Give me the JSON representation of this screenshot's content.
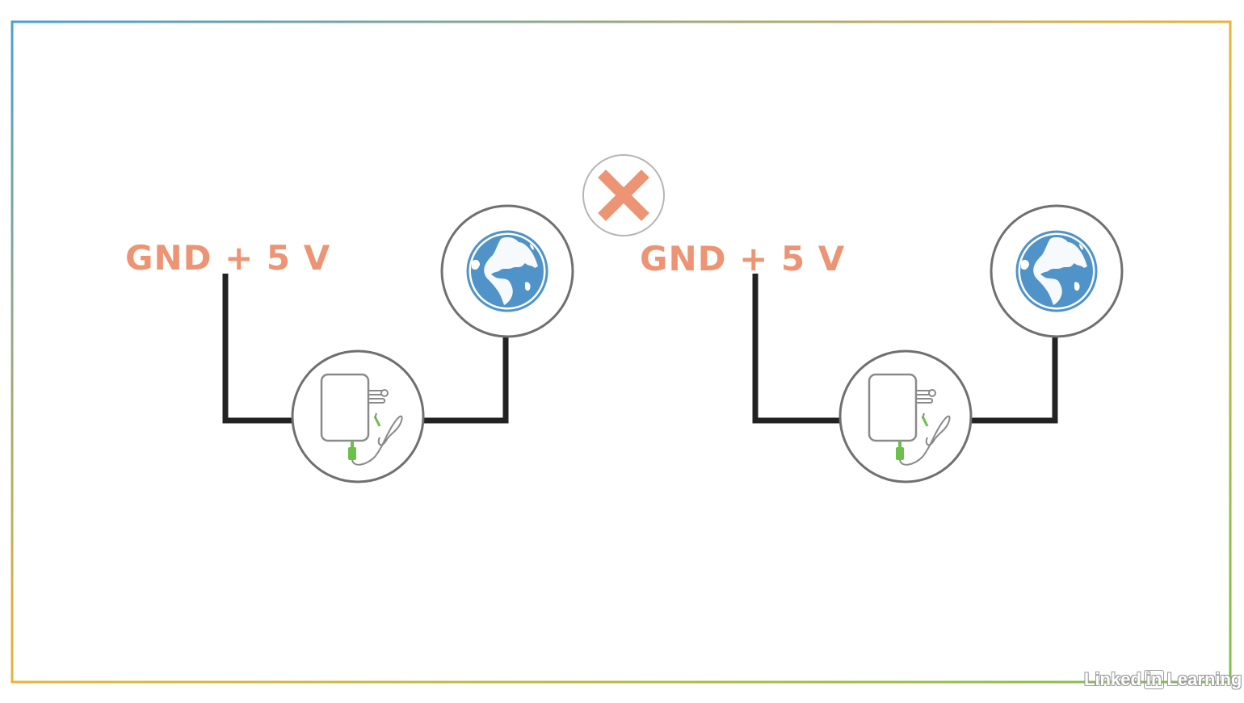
{
  "diagram": {
    "left_label": "GND + 5 V",
    "right_label": "GND + 5 V",
    "accent_color": "#ec9474",
    "wire_color": "#222222",
    "circle_stroke": "#707070",
    "globe_color": "#4f93c8",
    "plug_accent": "#6cc04a",
    "frame_gradient": [
      "#4aa0cf",
      "#e8b339",
      "#7fbf4d"
    ],
    "icons": [
      "globe-icon",
      "power-adapter-icon",
      "cross-icon"
    ]
  },
  "watermark": {
    "part1": "Linked",
    "part2": "in",
    "part3": "Learning"
  }
}
